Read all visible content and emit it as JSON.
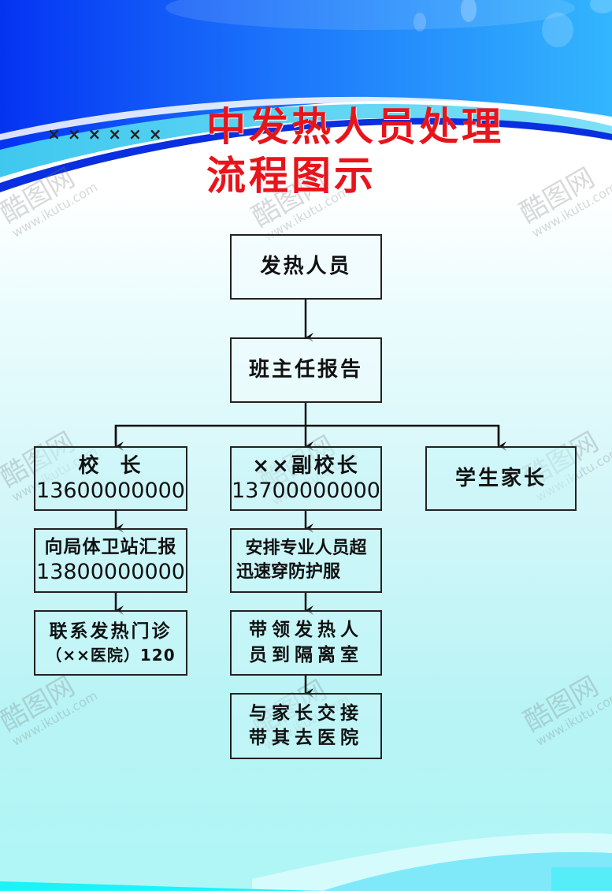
{
  "title": {
    "prefix": "××××××",
    "line1": "中发热人员处理",
    "line2": "流程图示",
    "color": "#e8141b"
  },
  "flow": {
    "start": "发热人员",
    "report": "班主任报告",
    "branches": {
      "principal": {
        "title": "校  长",
        "phone": "13600000000",
        "steps": [
          {
            "line1": "向局体卫站汇报",
            "line2": "13800000000"
          },
          {
            "line1": "联系发热门诊",
            "line2": "（××医院）120"
          }
        ]
      },
      "vice_principal": {
        "title": "××副校长",
        "phone": "13700000000",
        "steps": [
          {
            "line1": "安排专业人员超",
            "line2": "迅速穿防护服"
          },
          {
            "line1": "带领发热人",
            "line2": "员到隔离室"
          },
          {
            "line1": "与家长交接",
            "line2": "带其去医院"
          }
        ]
      },
      "parents": {
        "title": "学生家长"
      }
    }
  },
  "watermark": {
    "logo": "酷图网",
    "url": "www.ikutu.com"
  },
  "colors": {
    "header_blue": "#0a46f0",
    "light_blue": "#2fb4ff",
    "cyan_bg": "#aff6f6",
    "box_border": "#222222"
  }
}
